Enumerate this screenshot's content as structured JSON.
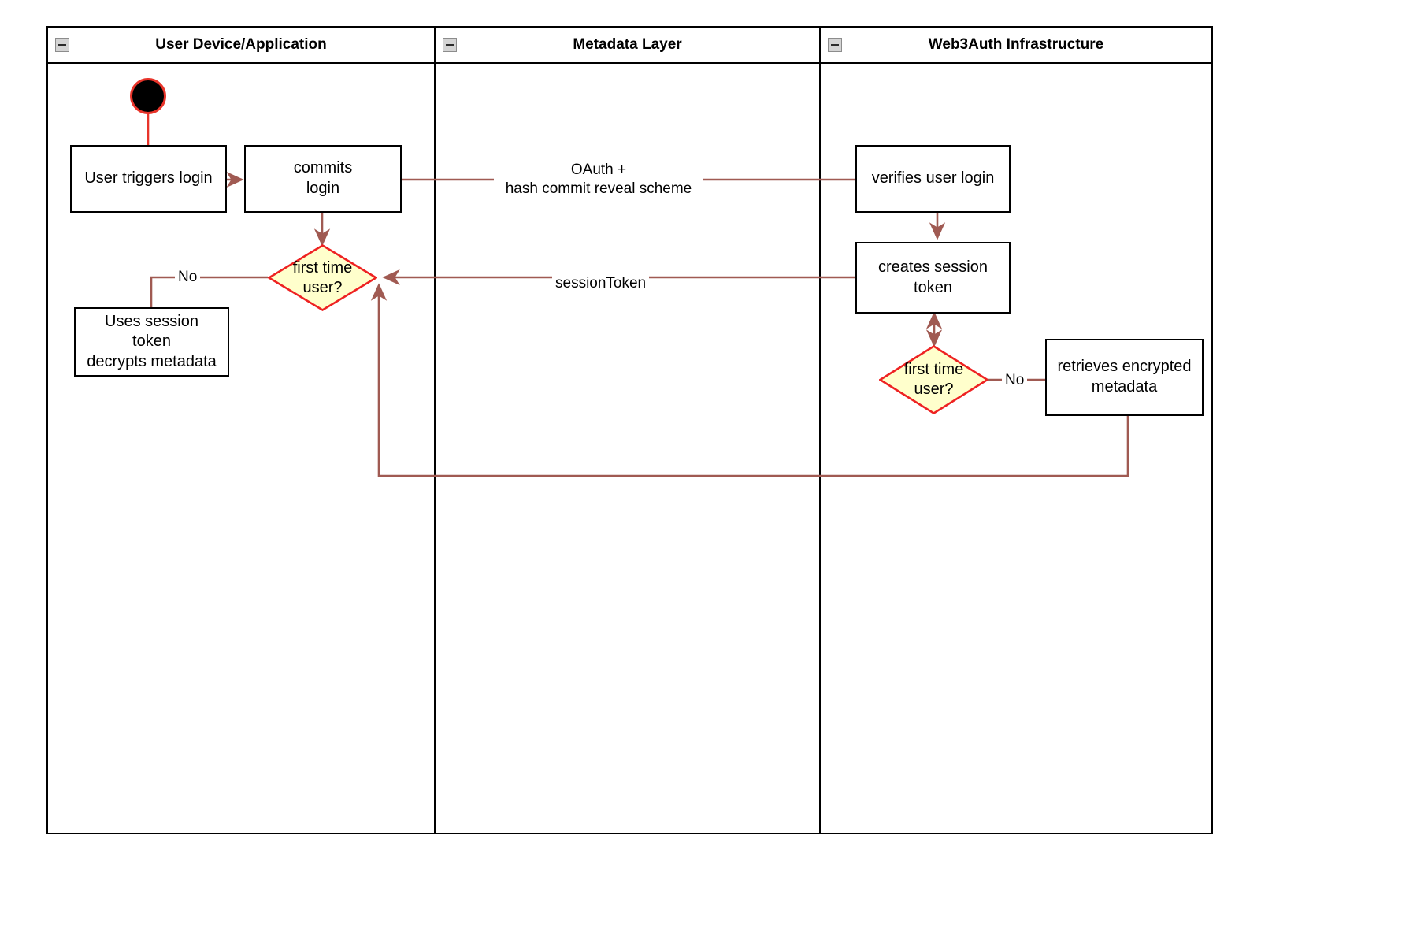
{
  "diagram": {
    "type": "uml-activity-swimlane",
    "colors": {
      "lane_border": "#000000",
      "node_border": "#000000",
      "node_fill": "#ffffff",
      "decision_fill": "#ffffcc",
      "decision_border": "#ee2222",
      "edge": "#a05a52",
      "start_fill": "#000000",
      "start_border": "#e8342a",
      "collapse_icon_fill": "#d4d4d4"
    },
    "lanes": [
      {
        "id": "user-device",
        "title": "User Device/Application",
        "collapse_icon": "collapse-minus-icon"
      },
      {
        "id": "metadata-layer",
        "title": "Metadata Layer",
        "collapse_icon": "collapse-minus-icon"
      },
      {
        "id": "web3auth",
        "title": "Web3Auth Infrastructure",
        "collapse_icon": "collapse-minus-icon"
      }
    ],
    "nodes": [
      {
        "id": "start",
        "lane": "user-device",
        "kind": "initial-node",
        "label": ""
      },
      {
        "id": "user-triggers-login",
        "lane": "user-device",
        "kind": "action",
        "label": "User triggers login"
      },
      {
        "id": "commits-login",
        "lane": "user-device",
        "kind": "action",
        "label": "commits\nlogin",
        "lines": [
          "commits",
          "login"
        ]
      },
      {
        "id": "first-time-user-left",
        "lane": "user-device",
        "kind": "decision",
        "label": "first time\nuser?",
        "lines": [
          "first time",
          "user?"
        ]
      },
      {
        "id": "uses-session-token",
        "lane": "user-device",
        "kind": "action",
        "label": "Uses session token decrypts metadata",
        "lines": [
          "Uses session",
          "token",
          "decrypts metadata"
        ]
      },
      {
        "id": "verifies-user-login",
        "lane": "web3auth",
        "kind": "action",
        "label": "verifies user login"
      },
      {
        "id": "creates-session-token",
        "lane": "web3auth",
        "kind": "action",
        "label": "creates session token",
        "lines": [
          "creates session",
          "token"
        ]
      },
      {
        "id": "first-time-user-right",
        "lane": "web3auth",
        "kind": "decision",
        "label": "first time\nuser?",
        "lines": [
          "first time",
          "user?"
        ]
      },
      {
        "id": "retrieves-encrypted-metadata",
        "lane": "web3auth",
        "kind": "action",
        "label": "retrieves encrypted metadata",
        "lines": [
          "retrieves encrypted",
          "metadata"
        ]
      }
    ],
    "edges": [
      {
        "id": "e-start-trigger",
        "from": "start",
        "to": "user-triggers-login",
        "label": ""
      },
      {
        "id": "e-trigger-commits",
        "from": "user-triggers-login",
        "to": "commits-login",
        "label": ""
      },
      {
        "id": "e-commits-oauth",
        "from": "commits-login",
        "to": "verifies-user-login",
        "label": "OAuth +\nhash commit reveal scheme",
        "lines": [
          "OAuth +",
          "hash commit reveal scheme"
        ]
      },
      {
        "id": "e-commits-decision",
        "from": "commits-login",
        "to": "first-time-user-left",
        "label": ""
      },
      {
        "id": "e-decision-no-left",
        "from": "first-time-user-left",
        "to": "uses-session-token",
        "label": "No"
      },
      {
        "id": "e-verifies-creates",
        "from": "verifies-user-login",
        "to": "creates-session-token",
        "label": ""
      },
      {
        "id": "e-session-token",
        "from": "creates-session-token",
        "to": "first-time-user-left",
        "label": "sessionToken"
      },
      {
        "id": "e-creates-decision-right",
        "from": "creates-session-token",
        "to": "first-time-user-right",
        "label": "",
        "arrowheads": "both"
      },
      {
        "id": "e-decision-no-right",
        "from": "first-time-user-right",
        "to": "retrieves-encrypted-metadata",
        "label": "No"
      },
      {
        "id": "e-metadata-return",
        "from": "retrieves-encrypted-metadata",
        "to": "first-time-user-left",
        "label": ""
      }
    ],
    "edge_labels": {
      "oauth_line1": "OAuth +",
      "oauth_line2": "hash commit reveal scheme",
      "session_token": "sessionToken",
      "no_left": "No",
      "no_right": "No"
    },
    "node_text": {
      "user_triggers_login": "User triggers login",
      "commits_l1": "commits",
      "commits_l2": "login",
      "decision_left_l1": "first time",
      "decision_left_l2": "user?",
      "uses_session_l1": "Uses session",
      "uses_session_l2": "token",
      "uses_session_l3": "decrypts metadata",
      "verifies_user_login": "verifies user login",
      "creates_session_l1": "creates session",
      "creates_session_l2": "token",
      "decision_right_l1": "first time",
      "decision_right_l2": "user?",
      "retrieves_l1": "retrieves encrypted",
      "retrieves_l2": "metadata"
    }
  }
}
